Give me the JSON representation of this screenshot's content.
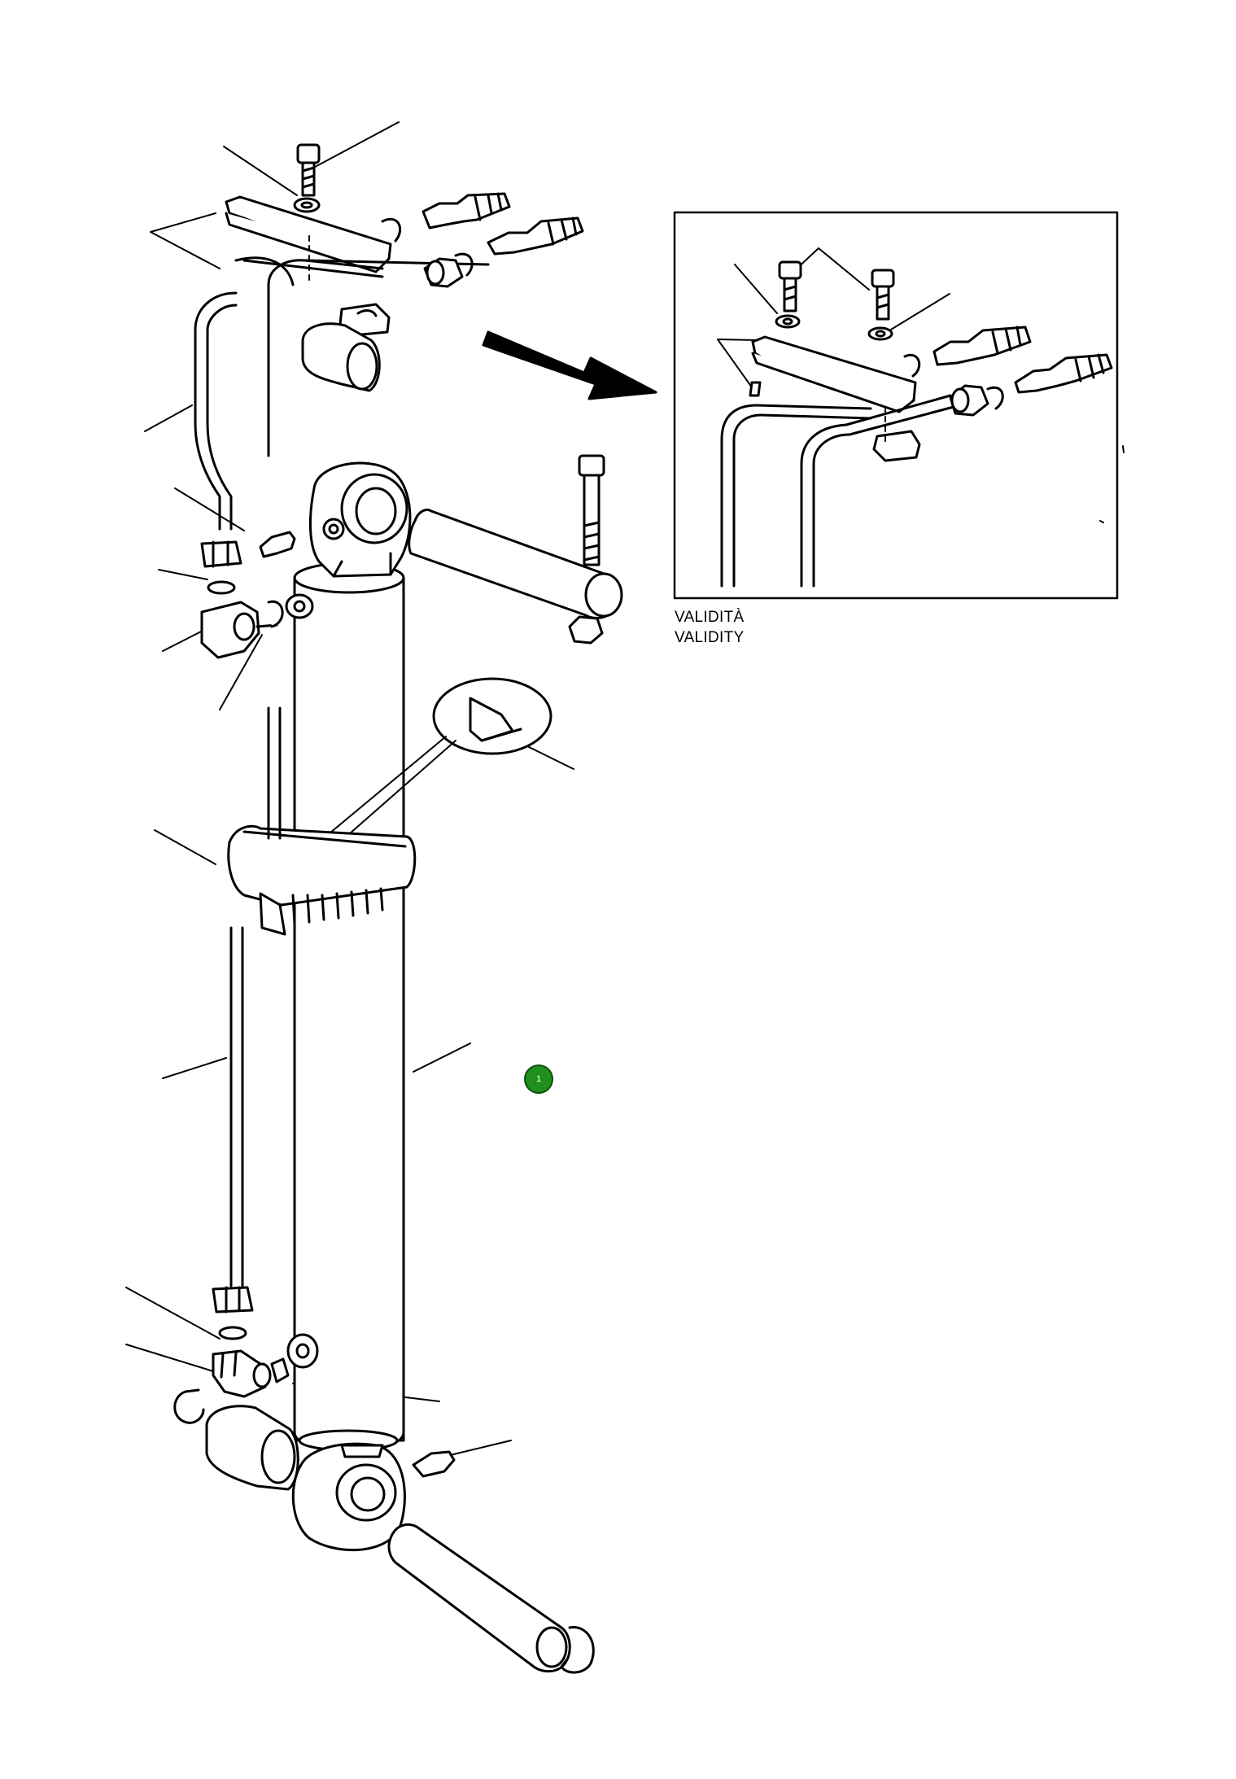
{
  "inset": {
    "caption_line_1": "VALIDITÀ",
    "caption_line_2": "VALIDITY"
  },
  "hotspot": {
    "label": "1",
    "color": "#1f8f1f"
  },
  "colors": {
    "line": "#000000",
    "background": "#ffffff"
  }
}
